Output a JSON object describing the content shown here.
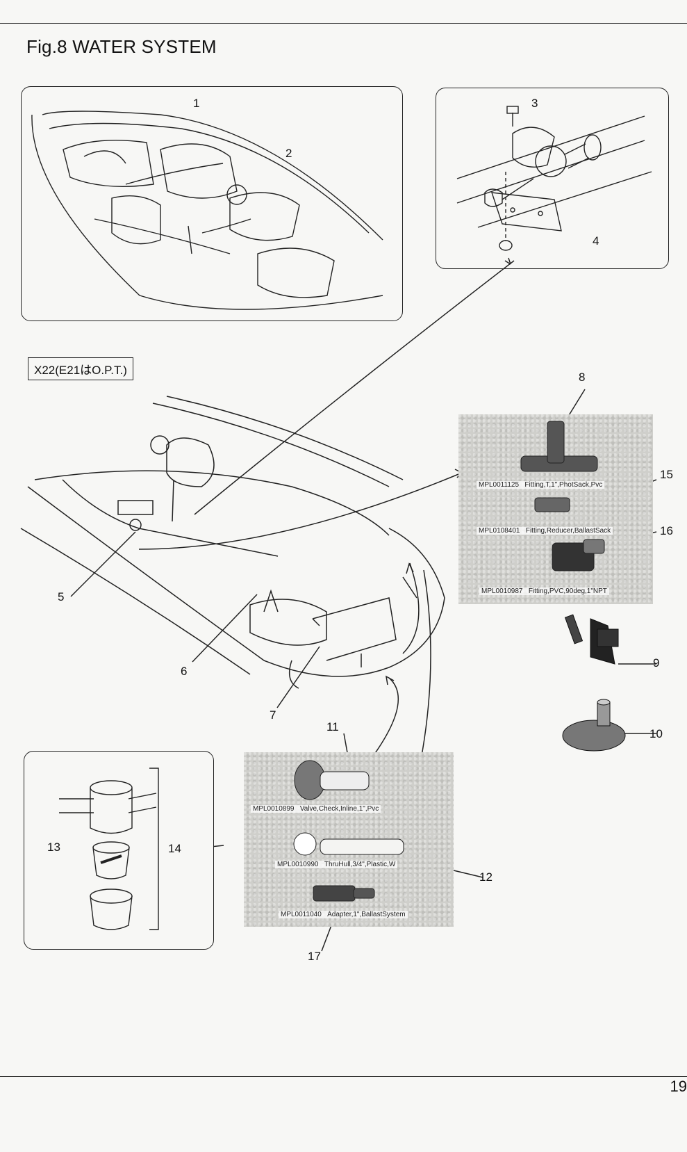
{
  "title": "Fig.8 WATER SYSTEM",
  "variant_label": "X22(E21はO.P.T.)",
  "page_number": "19",
  "callouts": [
    "1",
    "2",
    "3",
    "4",
    "5",
    "6",
    "7",
    "8",
    "9",
    "10",
    "11",
    "12",
    "13",
    "14",
    "15",
    "16",
    "17"
  ],
  "photo_top_captions": [
    {
      "code": "MPL0011125",
      "desc": "Fitting,T,1\",PhotSack,Pvc"
    },
    {
      "code": "MPL0108401",
      "desc": "Fitting,Reducer,BallastSack"
    },
    {
      "code": "MPL0010987",
      "desc": "Fitting,PVC,90deg,1\"NPT"
    }
  ],
  "photo_bottom_captions": [
    {
      "code": "MPL0010899",
      "desc": "Valve,Check,Inline,1\",Pvc"
    },
    {
      "code": "MPL0010990",
      "desc": "ThruHull,3/4\",Plastic,W"
    },
    {
      "code": "MPL0011040",
      "desc": "Adapter,1\",BallastSystem"
    }
  ]
}
